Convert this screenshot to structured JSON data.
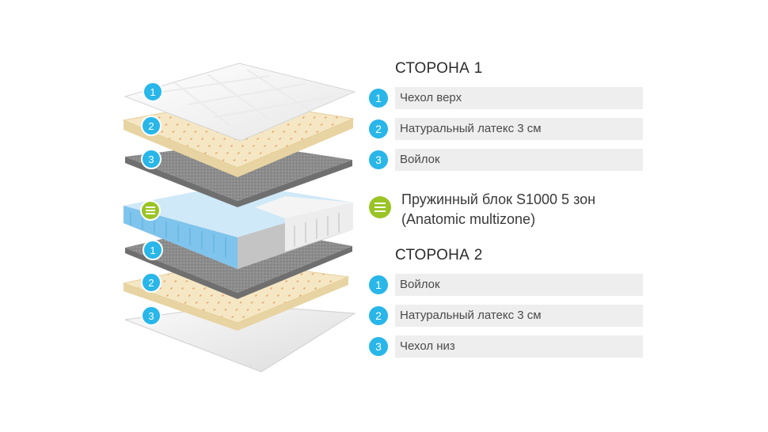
{
  "side1": {
    "title": "СТОРОНА 1",
    "items": [
      {
        "num": "1",
        "label": "Чехол верх"
      },
      {
        "num": "2",
        "label": "Натуральный латекс 3 см"
      },
      {
        "num": "3",
        "label": "Войлок"
      }
    ]
  },
  "spring": {
    "line1": "Пружинный блок S1000 5 зон",
    "line2": "(Anatomic multizone)",
    "icon": "list-icon"
  },
  "side2": {
    "title": "СТОРОНА 2",
    "items": [
      {
        "num": "1",
        "label": "Войлок"
      },
      {
        "num": "2",
        "label": "Натуральный латекс 3 см"
      },
      {
        "num": "3",
        "label": "Чехол низ"
      }
    ]
  },
  "illustration_badges": {
    "top": [
      "1",
      "2",
      "3"
    ],
    "bottom": [
      "1",
      "2",
      "3"
    ]
  },
  "colors": {
    "badge_blue": "#29b6e9",
    "badge_green": "#9ac425",
    "latex": "#f4e6c3",
    "felt": "#8f8f8f",
    "spring_blue": "#8ecdf0",
    "spring_white": "#ececec",
    "cover": "#f2f2f2"
  }
}
